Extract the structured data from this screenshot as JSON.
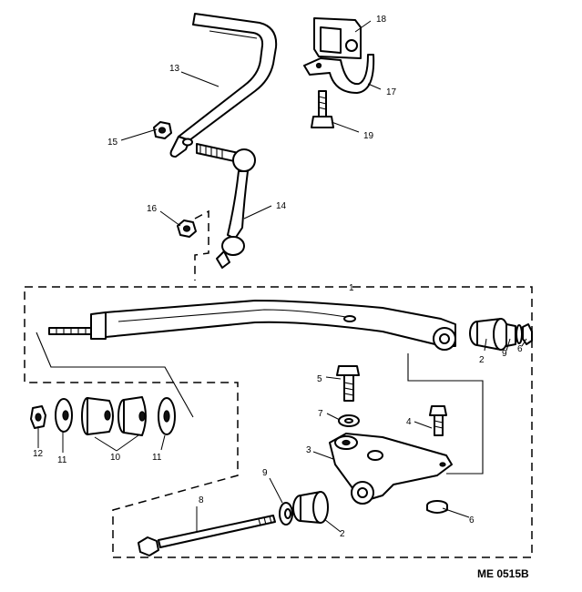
{
  "diagram": {
    "labels": {
      "l1": "1",
      "l2a": "2",
      "l2b": "2",
      "l3": "3",
      "l4": "4",
      "l5": "5",
      "l6a": "6",
      "l6b": "6",
      "l7": "7",
      "l8": "8",
      "l9a": "9",
      "l9b": "9",
      "l10": "10",
      "l11a": "11",
      "l11b": "11",
      "l12": "12",
      "l13": "13",
      "l14": "14",
      "l15": "15",
      "l16": "16",
      "l17": "17",
      "l18": "18",
      "l19": "19"
    },
    "reference": "ME 0515B"
  }
}
